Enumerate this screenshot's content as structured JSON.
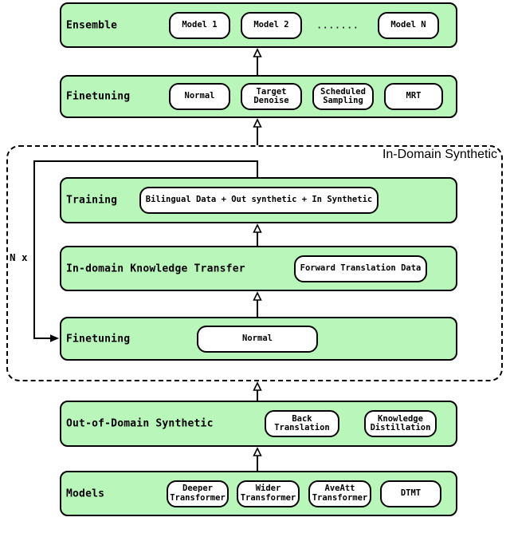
{
  "colors": {
    "box_fill": "#b9f6b9",
    "line": "#000000",
    "pill_fill": "#ffffff",
    "bg": "#ffffff"
  },
  "group": {
    "label": "In-Domain Synthetic",
    "loop_label": "N x"
  },
  "rows": {
    "ensemble": {
      "label": "Ensemble",
      "pills": [
        "Model 1",
        "Model 2",
        "Model N"
      ],
      "ellipsis": "......."
    },
    "finetuning": {
      "label": "Finetuning",
      "pills": [
        "Normal",
        "Target Denoise",
        "Scheduled Sampling",
        "MRT"
      ]
    },
    "training": {
      "label": "Training",
      "pills": [
        "Bilingual Data + Out synthetic + In Synthetic"
      ]
    },
    "knowledge_transfer": {
      "label": "In-domain Knowledge Transfer",
      "pills": [
        "Forward Translation Data"
      ]
    },
    "inner_finetuning": {
      "label": "Finetuning",
      "pills": [
        "Normal"
      ]
    },
    "out_of_domain": {
      "label": "Out-of-Domain Synthetic",
      "pills": [
        "Back Translation",
        "Knowledge Distillation"
      ]
    },
    "models": {
      "label": "Models",
      "pills": [
        "Deeper Transformer",
        "Wider Transformer",
        "AveAtt Transformer",
        "DTMT"
      ]
    }
  }
}
